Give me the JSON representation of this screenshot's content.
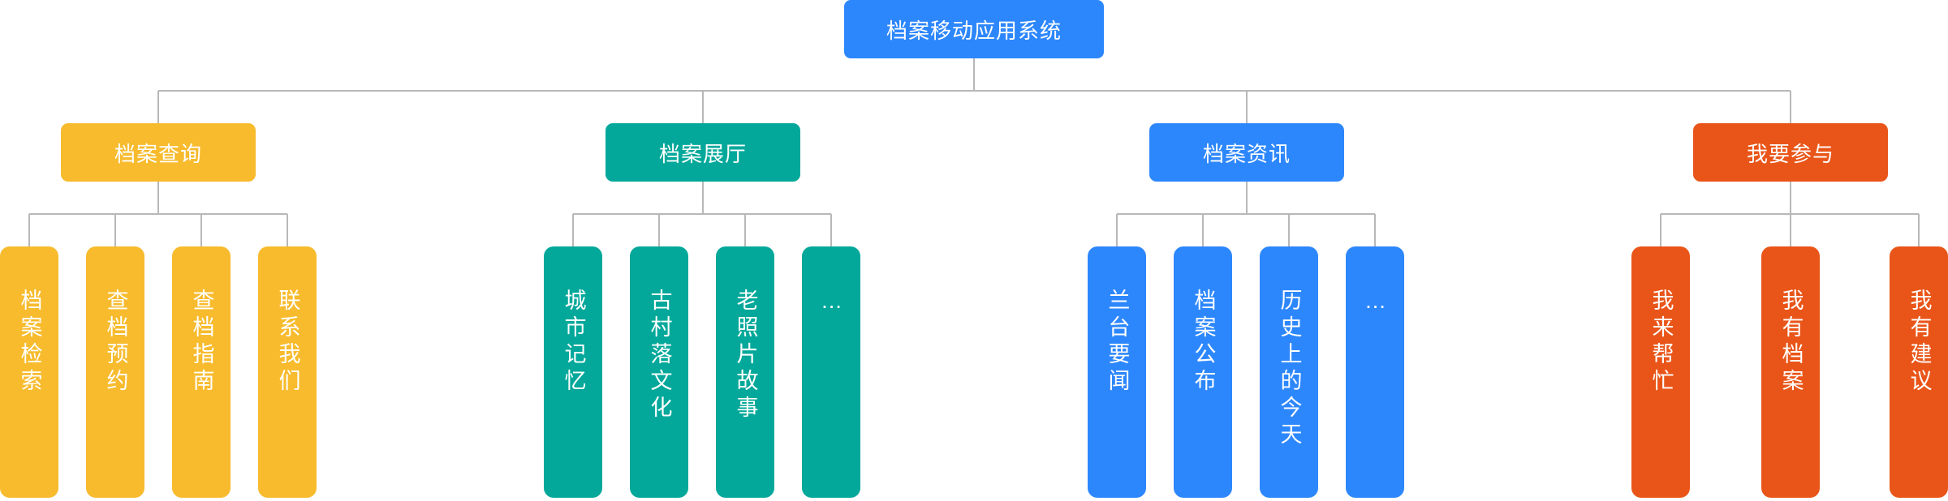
{
  "colors": {
    "root": "#2D87FC",
    "line": "#B8B8B8"
  },
  "root": {
    "label": "档案移动应用系统"
  },
  "categories": [
    {
      "label": "档案查询",
      "color": "#F7BB2D",
      "leaves": [
        "档案检索",
        "查档预约",
        "查档指南",
        "联系我们"
      ]
    },
    {
      "label": "档案展厅",
      "color": "#03A89A",
      "leaves": [
        "城市记忆",
        "古村落文化",
        "老照片故事",
        "…"
      ]
    },
    {
      "label": "档案资讯",
      "color": "#2D87FC",
      "leaves": [
        "兰台要闻",
        "档案公布",
        "历史上的今天",
        "…"
      ]
    },
    {
      "label": "我要参与",
      "color": "#E95518",
      "leaves": [
        "我来帮忙",
        "我有档案",
        "我有建议"
      ]
    }
  ]
}
